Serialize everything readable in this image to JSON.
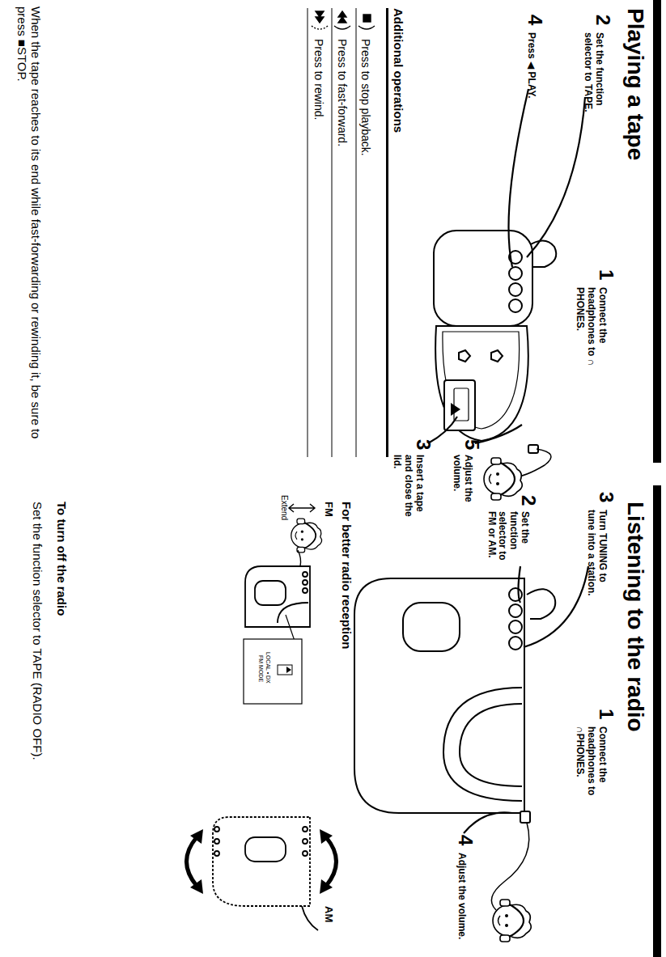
{
  "diagram": {
    "nodes": [
      {
        "text": [
          "Playing a tape"
        ]
      },
      {
        "text": [
          "Listening to the radio"
        ]
      }
    ],
    "labels": [
      "2",
      "Set the function selector to TAPE.",
      "1",
      "Connect the headphones to ∩ PHONES.",
      "4",
      "Press ◀ PLAY.",
      "5",
      "Adjust the volume.",
      "3",
      "Insert a tape and close the lid.",
      "Additional operations",
      "Press to stop playback.",
      "Press to fast-forward.",
      "Press to rewind.",
      "When the tape reaches to its end while fast-forwarding or rewinding it, be sure to press ■STOP.",
      "3",
      "Turn TUNING to tune into a station.",
      "1",
      "Connect the headphones to ∩PHONES.",
      "2",
      "Set the function selector to FM or AM.",
      "4",
      "Adjust the volume.",
      "For better radio reception",
      "FM",
      "AM",
      "Extend",
      "LOCAL • DX",
      "FM MODE",
      "To turn off the radio",
      "Set the function selector to TAPE (RADIO OFF)."
    ]
  }
}
